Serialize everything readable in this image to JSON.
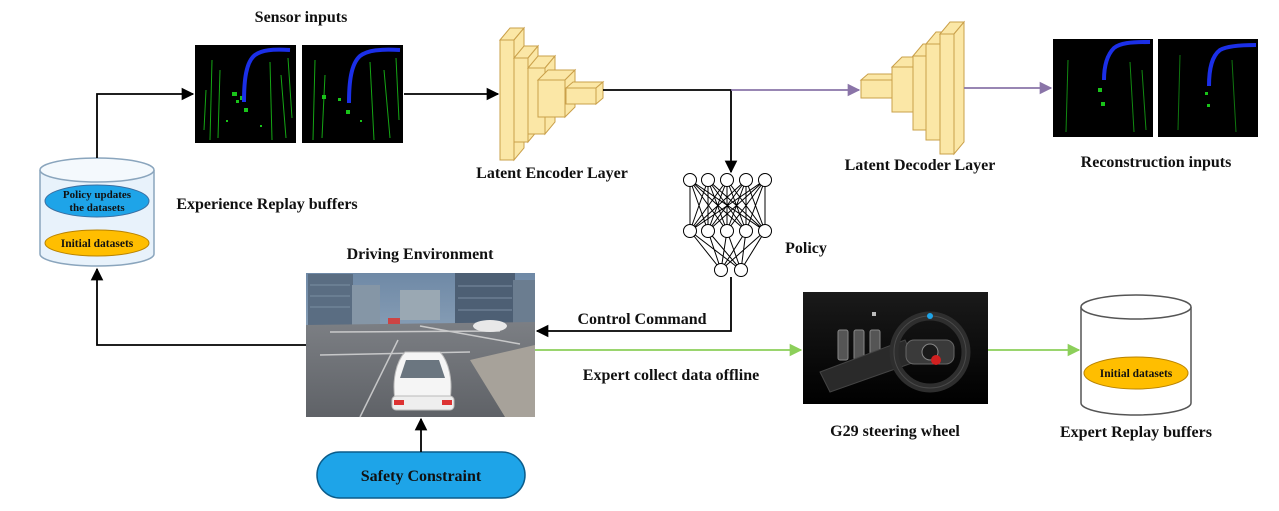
{
  "labels": {
    "sensor_inputs": "Sensor inputs",
    "latent_encoder": "Latent Encoder Layer",
    "latent_decoder": "Latent Decoder Layer",
    "reconstruction": "Reconstruction inputs",
    "experience_replay": "Experience Replay buffers",
    "policy": "Policy",
    "driving_env": "Driving Environment",
    "control_command": "Control Command",
    "expert_collect": "Expert collect data offline",
    "g29": "G29 steering wheel",
    "expert_replay": "Expert Replay buffers",
    "safety": "Safety Constraint"
  },
  "experience_buffer": {
    "policy_updates_line1": "Policy updates",
    "policy_updates_line2": "the datasets",
    "initial_datasets": "Initial datasets"
  },
  "expert_buffer": {
    "initial_datasets": "Initial datasets"
  },
  "colors": {
    "arrow_black": "#000000",
    "arrow_purple": "#8a74a8",
    "arrow_green": "#8ccf5a",
    "layer_fill": "#fbe7a6",
    "layer_stroke": "#caa04a",
    "cyl_fill": "#e8f2fb",
    "cyl_stroke": "#8aa5bd",
    "ellipse_blue": "#1ea4e8",
    "ellipse_orange": "#ffbe00",
    "safety_fill": "#1ea4e8",
    "lidar_bg": "#000000",
    "lidar_green": "#19c419",
    "lidar_blue": "#1b2fe8"
  }
}
